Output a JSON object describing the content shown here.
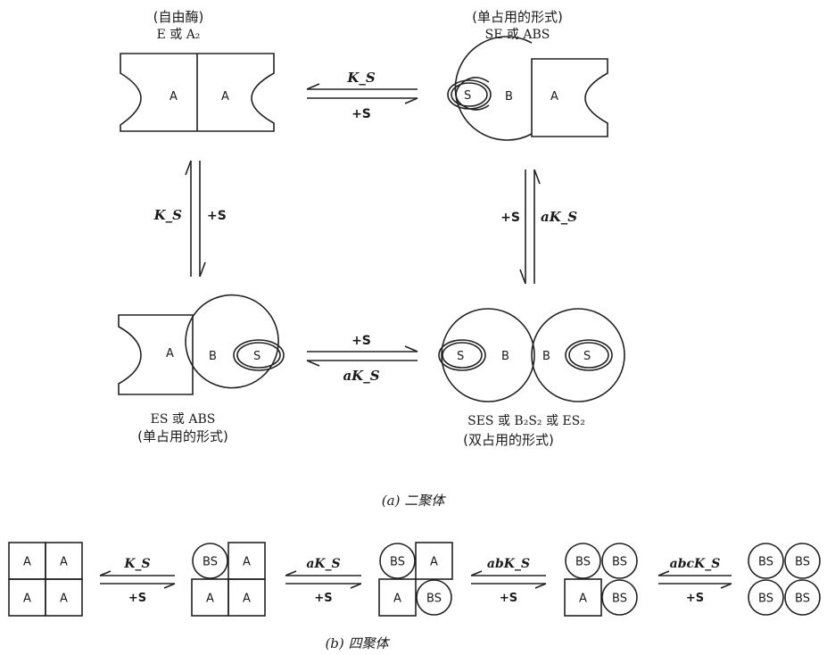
{
  "dimer": {
    "states": {
      "free": {
        "title": "(自由酶)",
        "formula": "E 或 A₂"
      },
      "single_top": {
        "title": "(单占用的形式)",
        "formula": "SE 或 ABS"
      },
      "single_bottom": {
        "formula": "ES 或 ABS",
        "title": "(单占用的形式)"
      },
      "double": {
        "formula": "SES 或 B₂S₂ 或 ES₂",
        "title": "(双占用的形式)"
      }
    },
    "reactions": {
      "top": {
        "constant": "K_S",
        "substrate": "+S"
      },
      "left": {
        "constant": "K_S",
        "substrate": "+S"
      },
      "right": {
        "constant": "aK_S",
        "substrate": "+S"
      },
      "bottom": {
        "constant": "aK_S",
        "substrate": "+S"
      }
    },
    "unit_labels": {
      "A": "A",
      "B": "B",
      "S": "S"
    },
    "caption": "(a) 二聚体"
  },
  "tetramer": {
    "states": [
      {
        "units": [
          "A",
          "A",
          "A",
          "A"
        ]
      },
      {
        "units": [
          "BS",
          "A",
          "A",
          "A"
        ]
      },
      {
        "units": [
          "BS",
          "A",
          "A",
          "BS"
        ]
      },
      {
        "units": [
          "BS",
          "BS",
          "A",
          "BS"
        ]
      },
      {
        "units": [
          "BS",
          "BS",
          "BS",
          "BS"
        ]
      }
    ],
    "reactions": [
      {
        "constant": "K_S",
        "substrate": "+S"
      },
      {
        "constant": "aK_S",
        "substrate": "+S"
      },
      {
        "constant": "abK_S",
        "substrate": "+S"
      },
      {
        "constant": "abcK_S",
        "substrate": "+S"
      }
    ],
    "caption": "(b) 四聚体"
  },
  "colors": {
    "ink": "#222222",
    "background": "#ffffff"
  }
}
